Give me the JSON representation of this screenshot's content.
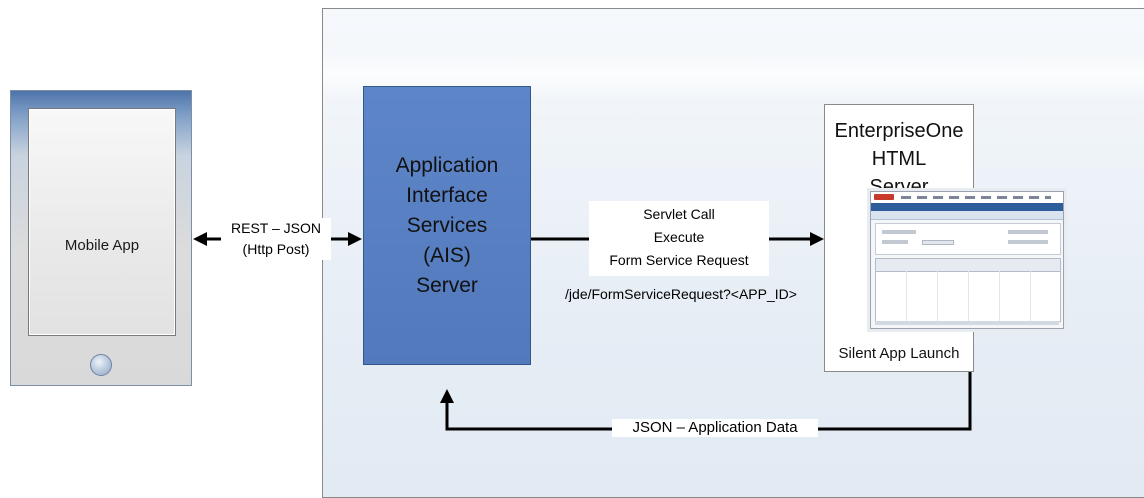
{
  "mobile": {
    "label": "Mobile App"
  },
  "rest": {
    "line1": "REST – JSON",
    "line2": "(Http Post)"
  },
  "ais": {
    "lines": [
      "Application",
      "Interface",
      "Services",
      "(AIS)",
      "Server"
    ]
  },
  "servlet": {
    "line1": "Servlet Call",
    "line2": "Execute",
    "line3": "Form Service Request",
    "url": "/jde/FormServiceRequest?<APP_ID>"
  },
  "e1": {
    "title_line1": "EnterpriseOne HTML",
    "title_line2": "Server",
    "caption": "Silent App Launch"
  },
  "return_flow": {
    "label": "JSON – Application Data"
  },
  "colors": {
    "ais_fill": "#5279bc",
    "env_panel": "#e6edf5",
    "arrow": "#000000"
  }
}
